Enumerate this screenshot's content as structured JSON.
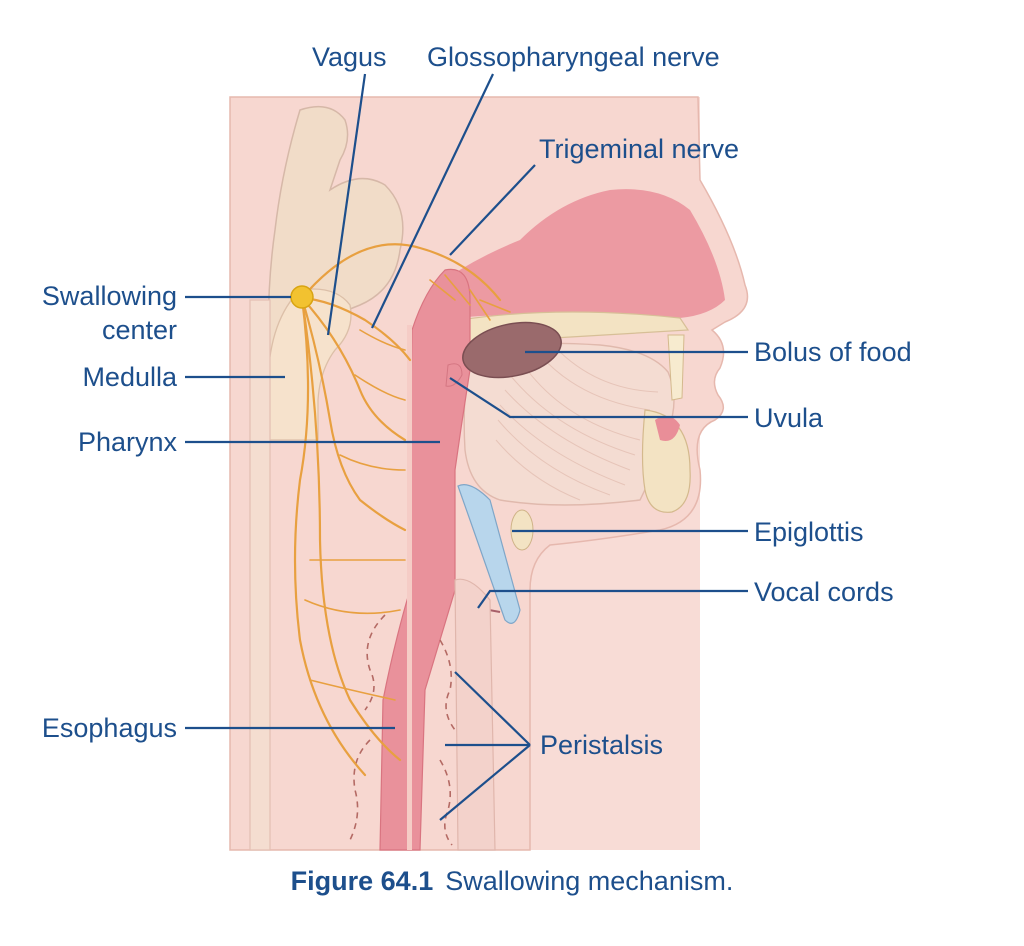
{
  "labels": {
    "vagus": "Vagus",
    "glossopharyngeal": "Glossopharyngeal nerve",
    "trigeminal": "Trigeminal nerve",
    "swallowing_center_1": "Swallowing",
    "swallowing_center_2": "center",
    "medulla": "Medulla",
    "pharynx": "Pharynx",
    "esophagus": "Esophagus",
    "bolus": "Bolus of food",
    "uvula": "Uvula",
    "epiglottis": "Epiglottis",
    "vocal_cords": "Vocal cords",
    "peristalsis": "Peristalsis"
  },
  "caption": {
    "number": "Figure 64.1",
    "text": "Swallowing mechanism."
  },
  "colors": {
    "label_text": "#1d4f8c",
    "nerve": "#e8a040",
    "swallowing_center": "#f2c230",
    "tissue_background": "#f8dcd6",
    "pharynx_esophagus": "#e9919b",
    "nasal_cavity": "#ec9aa2",
    "bolus": "#9a6a6c",
    "bone": "#f3e3c3"
  }
}
